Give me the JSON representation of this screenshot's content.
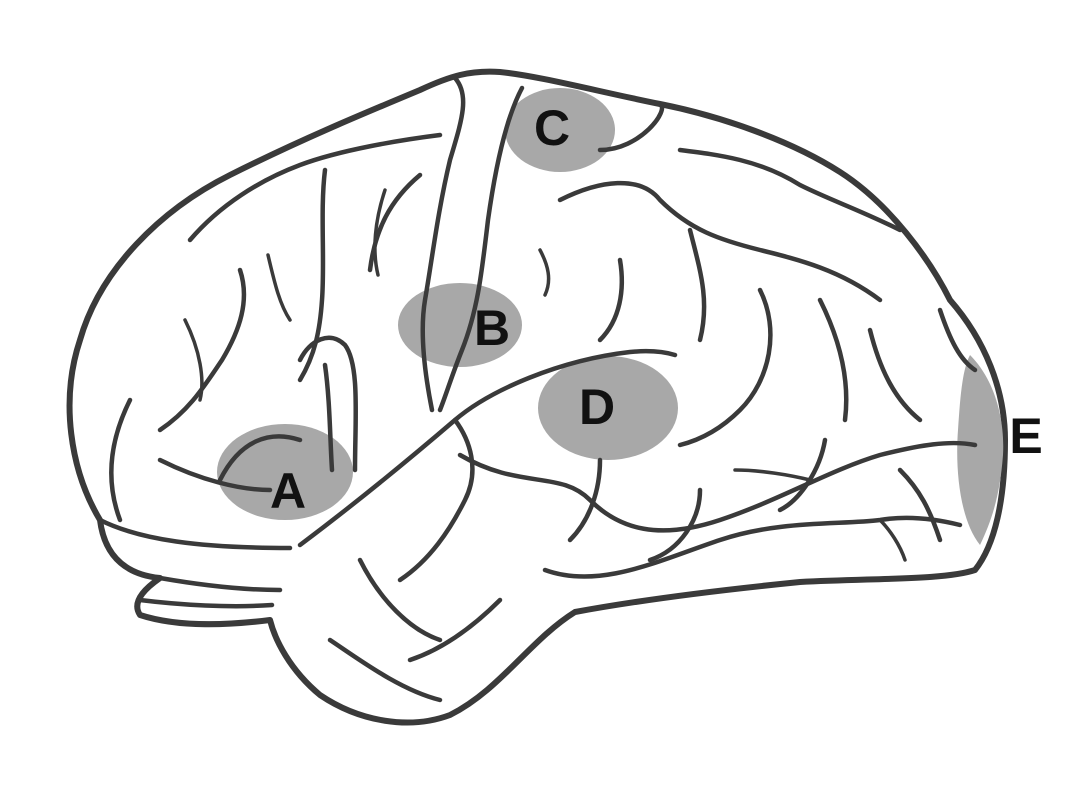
{
  "regions": [
    {
      "id": "A",
      "label": "A"
    },
    {
      "id": "B",
      "label": "B"
    },
    {
      "id": "C",
      "label": "C"
    },
    {
      "id": "D",
      "label": "D"
    },
    {
      "id": "E",
      "label": "E"
    }
  ],
  "colors": {
    "region_fill": "#a8a8a8",
    "outline": "#3a3a3a",
    "label": "#111111",
    "background": "#ffffff"
  }
}
